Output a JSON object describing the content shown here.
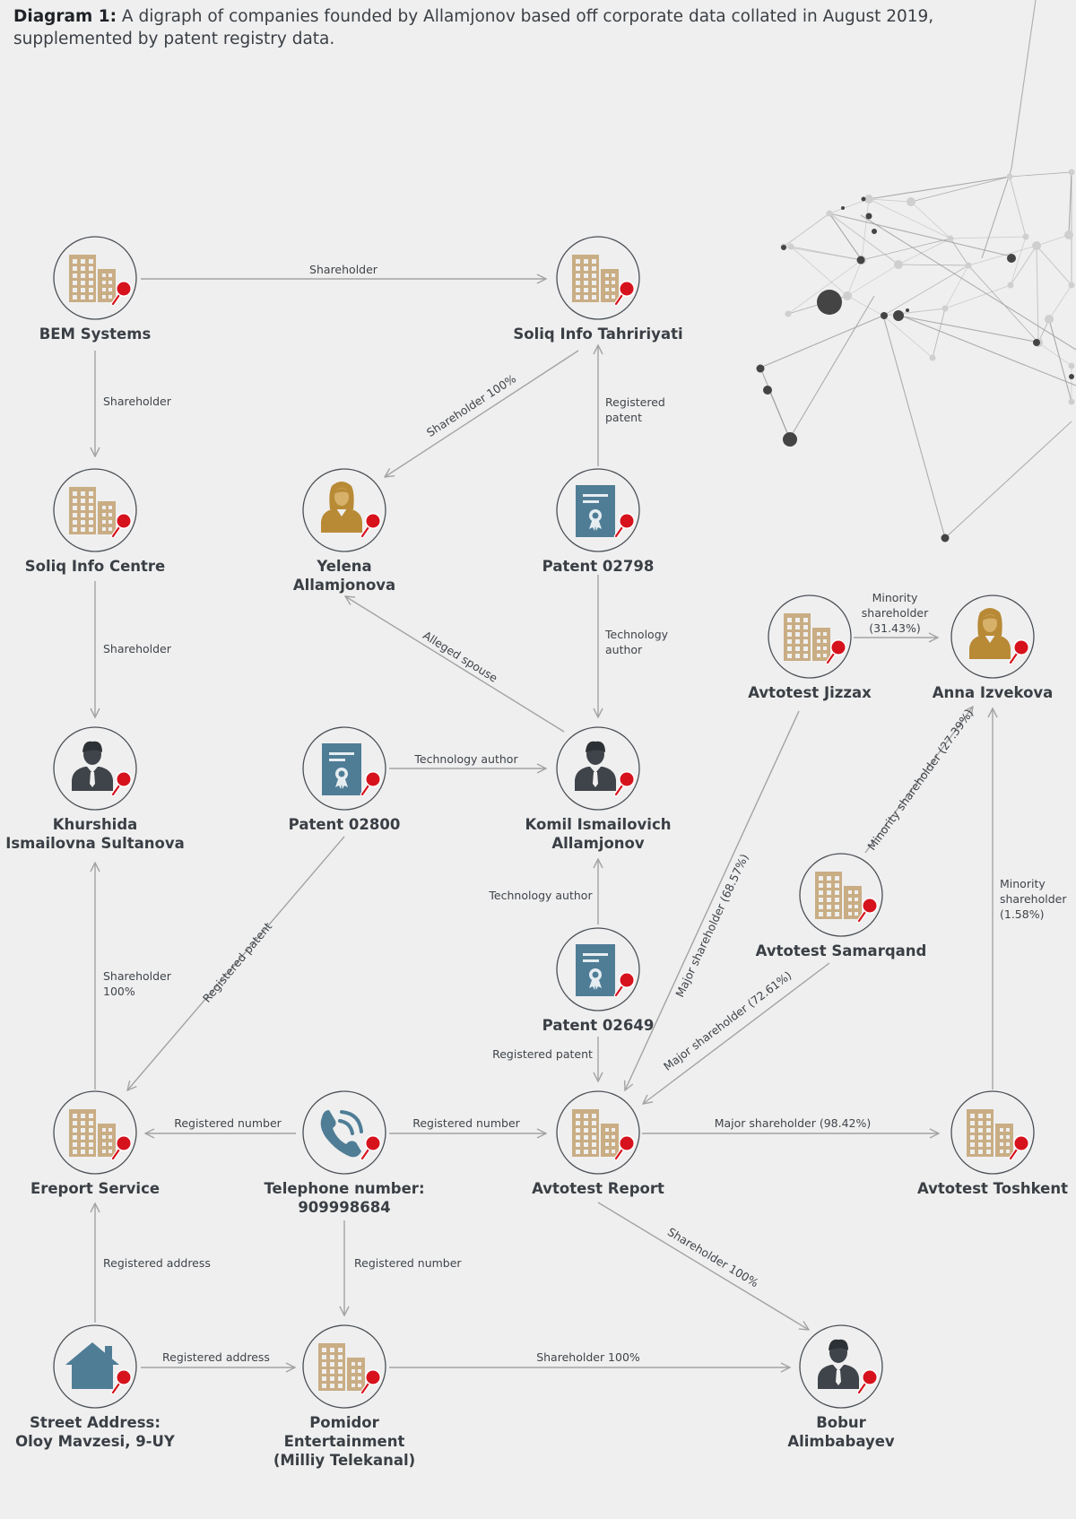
{
  "caption": {
    "title": "Diagram 1:",
    "text": " A digraph of companies founded by Allamjonov based off corporate data collated in August 2019, supplemented by patent registry data."
  },
  "colors": {
    "building": "#c9ad84",
    "person_female": "#b88a36",
    "person_male": "#3e4449",
    "patent": "#4f7d96",
    "phone": "#4f7d96",
    "house": "#4f7d96",
    "pin": "#d6121d",
    "edge": "#a3a3a3"
  },
  "nodes": [
    {
      "id": "bem",
      "icon": "building-icon",
      "label": [
        "BEM Systems"
      ]
    },
    {
      "id": "soliq_tah",
      "icon": "building-icon",
      "label": [
        "Soliq Info Tahririyati"
      ]
    },
    {
      "id": "soliq_centre",
      "icon": "building-icon",
      "label": [
        "Soliq Info Centre"
      ]
    },
    {
      "id": "yelena",
      "icon": "person-female-icon",
      "label": [
        "Yelena",
        "Allamjonova"
      ]
    },
    {
      "id": "p02798",
      "icon": "patent-icon",
      "label": [
        "Patent 02798"
      ]
    },
    {
      "id": "avt_jizzax",
      "icon": "building-icon",
      "label": [
        "Avtotest Jizzax"
      ]
    },
    {
      "id": "anna",
      "icon": "person-female-icon",
      "label": [
        "Anna Izvekova"
      ]
    },
    {
      "id": "khurshida",
      "icon": "person-male-icon",
      "label": [
        "Khurshida",
        "Ismailovna Sultanova"
      ]
    },
    {
      "id": "p02800",
      "icon": "patent-icon",
      "label": [
        "Patent 02800"
      ]
    },
    {
      "id": "komil",
      "icon": "person-male-icon",
      "label": [
        "Komil Ismailovich",
        "Allamjonov"
      ]
    },
    {
      "id": "avt_samarqand",
      "icon": "building-icon",
      "label": [
        "Avtotest Samarqand"
      ]
    },
    {
      "id": "p02649",
      "icon": "patent-icon",
      "label": [
        "Patent 02649"
      ]
    },
    {
      "id": "ereport",
      "icon": "building-icon",
      "label": [
        "Ereport Service"
      ]
    },
    {
      "id": "phone",
      "icon": "phone-icon",
      "label": [
        "Telephone number:",
        "909998684"
      ]
    },
    {
      "id": "avt_report",
      "icon": "building-icon",
      "label": [
        "Avtotest Report"
      ]
    },
    {
      "id": "avt_toshkent",
      "icon": "building-icon",
      "label": [
        "Avtotest Toshkent"
      ]
    },
    {
      "id": "street",
      "icon": "house-icon",
      "label": [
        "Street Address:",
        "Oloy Mavzesi, 9-UY"
      ]
    },
    {
      "id": "pomidor",
      "icon": "building-icon",
      "label": [
        "Pomidor",
        "Entertainment",
        "(Milliy Telekanal)"
      ]
    },
    {
      "id": "bobur",
      "icon": "person-male-icon",
      "label": [
        "Bobur",
        "Alimbabayev"
      ]
    }
  ],
  "edges": [
    {
      "from": "bem",
      "to": "soliq_tah",
      "label": [
        "Shareholder"
      ]
    },
    {
      "from": "bem",
      "to": "soliq_centre",
      "label": [
        "Shareholder"
      ]
    },
    {
      "from": "soliq_tah",
      "to": "yelena",
      "label": [
        "Shareholder 100%"
      ]
    },
    {
      "from": "p02798",
      "to": "soliq_tah",
      "label": [
        "Registered",
        "patent"
      ]
    },
    {
      "from": "p02798",
      "to": "komil",
      "label": [
        "Technology",
        "author"
      ]
    },
    {
      "from": "soliq_centre",
      "to": "khurshida",
      "label": [
        "Shareholder"
      ]
    },
    {
      "from": "komil",
      "to": "yelena",
      "label": [
        "Alleged spouse"
      ]
    },
    {
      "from": "avt_jizzax",
      "to": "anna",
      "label": [
        "Minority",
        "shareholder",
        "(31.43%)"
      ]
    },
    {
      "from": "p02800",
      "to": "komil",
      "label": [
        "Technology author"
      ]
    },
    {
      "from": "p02800",
      "to": "ereport",
      "label": [
        "Registered patent"
      ]
    },
    {
      "from": "avt_jizzax",
      "to": "avt_report",
      "label": [
        "Major shareholder (68.57%)"
      ]
    },
    {
      "from": "avt_samarqand",
      "to": "anna",
      "label": [
        "Minority shareholder (27.39%)"
      ]
    },
    {
      "from": "avt_toshkent",
      "to": "anna",
      "label": [
        "Minority",
        "shareholder",
        "(1.58%)"
      ]
    },
    {
      "from": "ereport",
      "to": "khurshida",
      "label": [
        "Shareholder",
        "100%"
      ]
    },
    {
      "from": "p02649",
      "to": "komil",
      "label": [
        "Technology author"
      ]
    },
    {
      "from": "p02649",
      "to": "avt_report",
      "label": [
        "Registered patent"
      ]
    },
    {
      "from": "avt_samarqand",
      "to": "avt_report",
      "label": [
        "Major shareholder (72.61%)"
      ]
    },
    {
      "from": "phone",
      "to": "ereport",
      "label": [
        "Registered number"
      ]
    },
    {
      "from": "phone",
      "to": "avt_report",
      "label": [
        "Registered number"
      ]
    },
    {
      "from": "avt_report",
      "to": "avt_toshkent",
      "label": [
        "Major shareholder (98.42%)"
      ]
    },
    {
      "from": "street",
      "to": "ereport",
      "label": [
        "Registered address"
      ]
    },
    {
      "from": "phone",
      "to": "pomidor",
      "label": [
        "Registered number"
      ]
    },
    {
      "from": "avt_report",
      "to": "bobur",
      "label": [
        "Shareholder 100%"
      ]
    },
    {
      "from": "street",
      "to": "pomidor",
      "label": [
        "Registered address"
      ]
    },
    {
      "from": "pomidor",
      "to": "bobur",
      "label": [
        "Shareholder 100%"
      ]
    }
  ]
}
